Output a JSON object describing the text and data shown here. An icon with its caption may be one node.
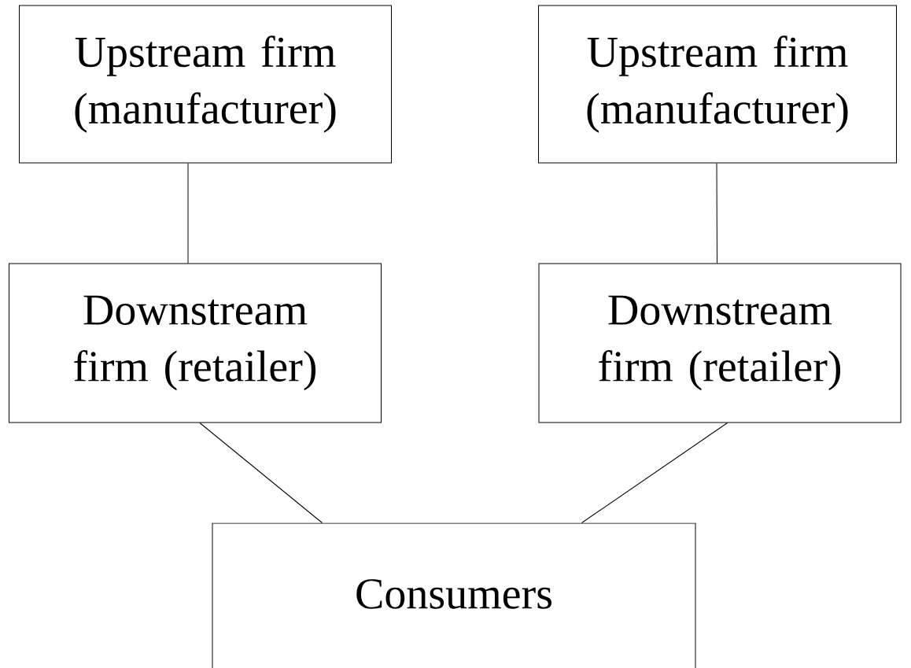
{
  "diagram": {
    "nodes": [
      {
        "text": [
          "Upstream firm (manufacturer)"
        ]
      },
      {
        "text": [
          "Upstream firm (manufacturer)"
        ]
      },
      {
        "text": [
          "Downstream firm (retailer)"
        ]
      },
      {
        "text": [
          "Downstream firm (retailer)"
        ]
      },
      {
        "text": [
          "Consumers"
        ]
      }
    ],
    "edges": [
      {
        "from": 0,
        "to": 2,
        "arrow": "none"
      },
      {
        "from": 1,
        "to": 3,
        "arrow": "none"
      },
      {
        "from": 2,
        "to": 4,
        "arrow": "none"
      },
      {
        "from": 3,
        "to": 4,
        "arrow": "none"
      }
    ]
  }
}
